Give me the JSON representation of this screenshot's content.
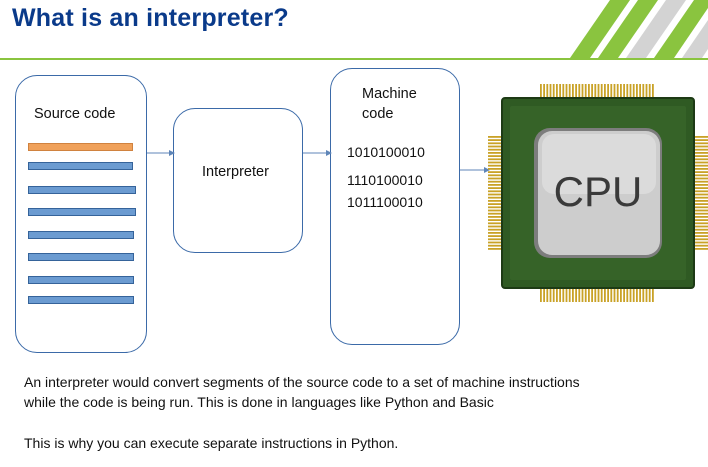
{
  "title": "What is an interpreter?",
  "diagram": {
    "source_label": "Source code",
    "interpreter_label": "Interpreter",
    "machine_label_line1": "Machine",
    "machine_label_line2": "code",
    "machine_code": [
      "1010100010",
      "1110100010",
      "1011100010"
    ],
    "cpu_label": "CPU",
    "source_line_count": 8,
    "highlight_color": "#f0a15a",
    "line_color": "#6b9bd1"
  },
  "body": {
    "paragraph1_line1": "An interpreter would convert segments of the source code to a set of machine instructions",
    "paragraph1_line2": "while the code is being run. This is done in languages like Python and Basic",
    "paragraph2": "This is why you can execute separate instructions in Python."
  },
  "colors": {
    "title": "#0a3a8a",
    "accent_green": "#8ac43f",
    "box_border": "#3b6aa8",
    "cpu_board": "#2f5a23",
    "cpu_pins": "#c9a227"
  }
}
